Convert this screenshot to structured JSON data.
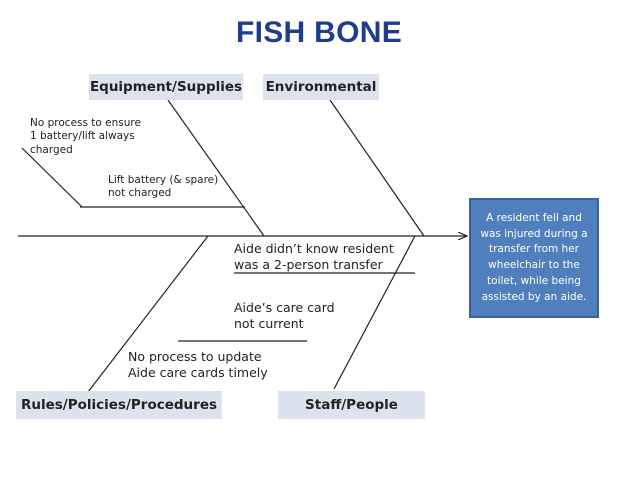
{
  "title": "FISH BONE",
  "categories": {
    "equipment": "Equipment/Supplies",
    "environmental": "Environmental",
    "rules": "Rules/Policies/Procedures",
    "staff": "Staff/People"
  },
  "causes": {
    "no_process_battery": "No process to ensure\n1 battery/lift always\ncharged",
    "lift_battery": "Lift battery (& spare)\n not charged",
    "aide_didnt_know": "Aide didn’t know resident\nwas a 2-person transfer",
    "care_card": "Aide’s care card\n not current",
    "no_process_update": "No process to update\nAide  care cards timely"
  },
  "effect": "A resident fell and\nwas injured during a\ntransfer from her\nwheelchair to the\ntoilet, while being\nassisted by an aide.",
  "colors": {
    "title": "#1f3d8c",
    "category_bg": "#dde3ee",
    "effect_bg": "#4f80bd",
    "line": "#222222"
  }
}
